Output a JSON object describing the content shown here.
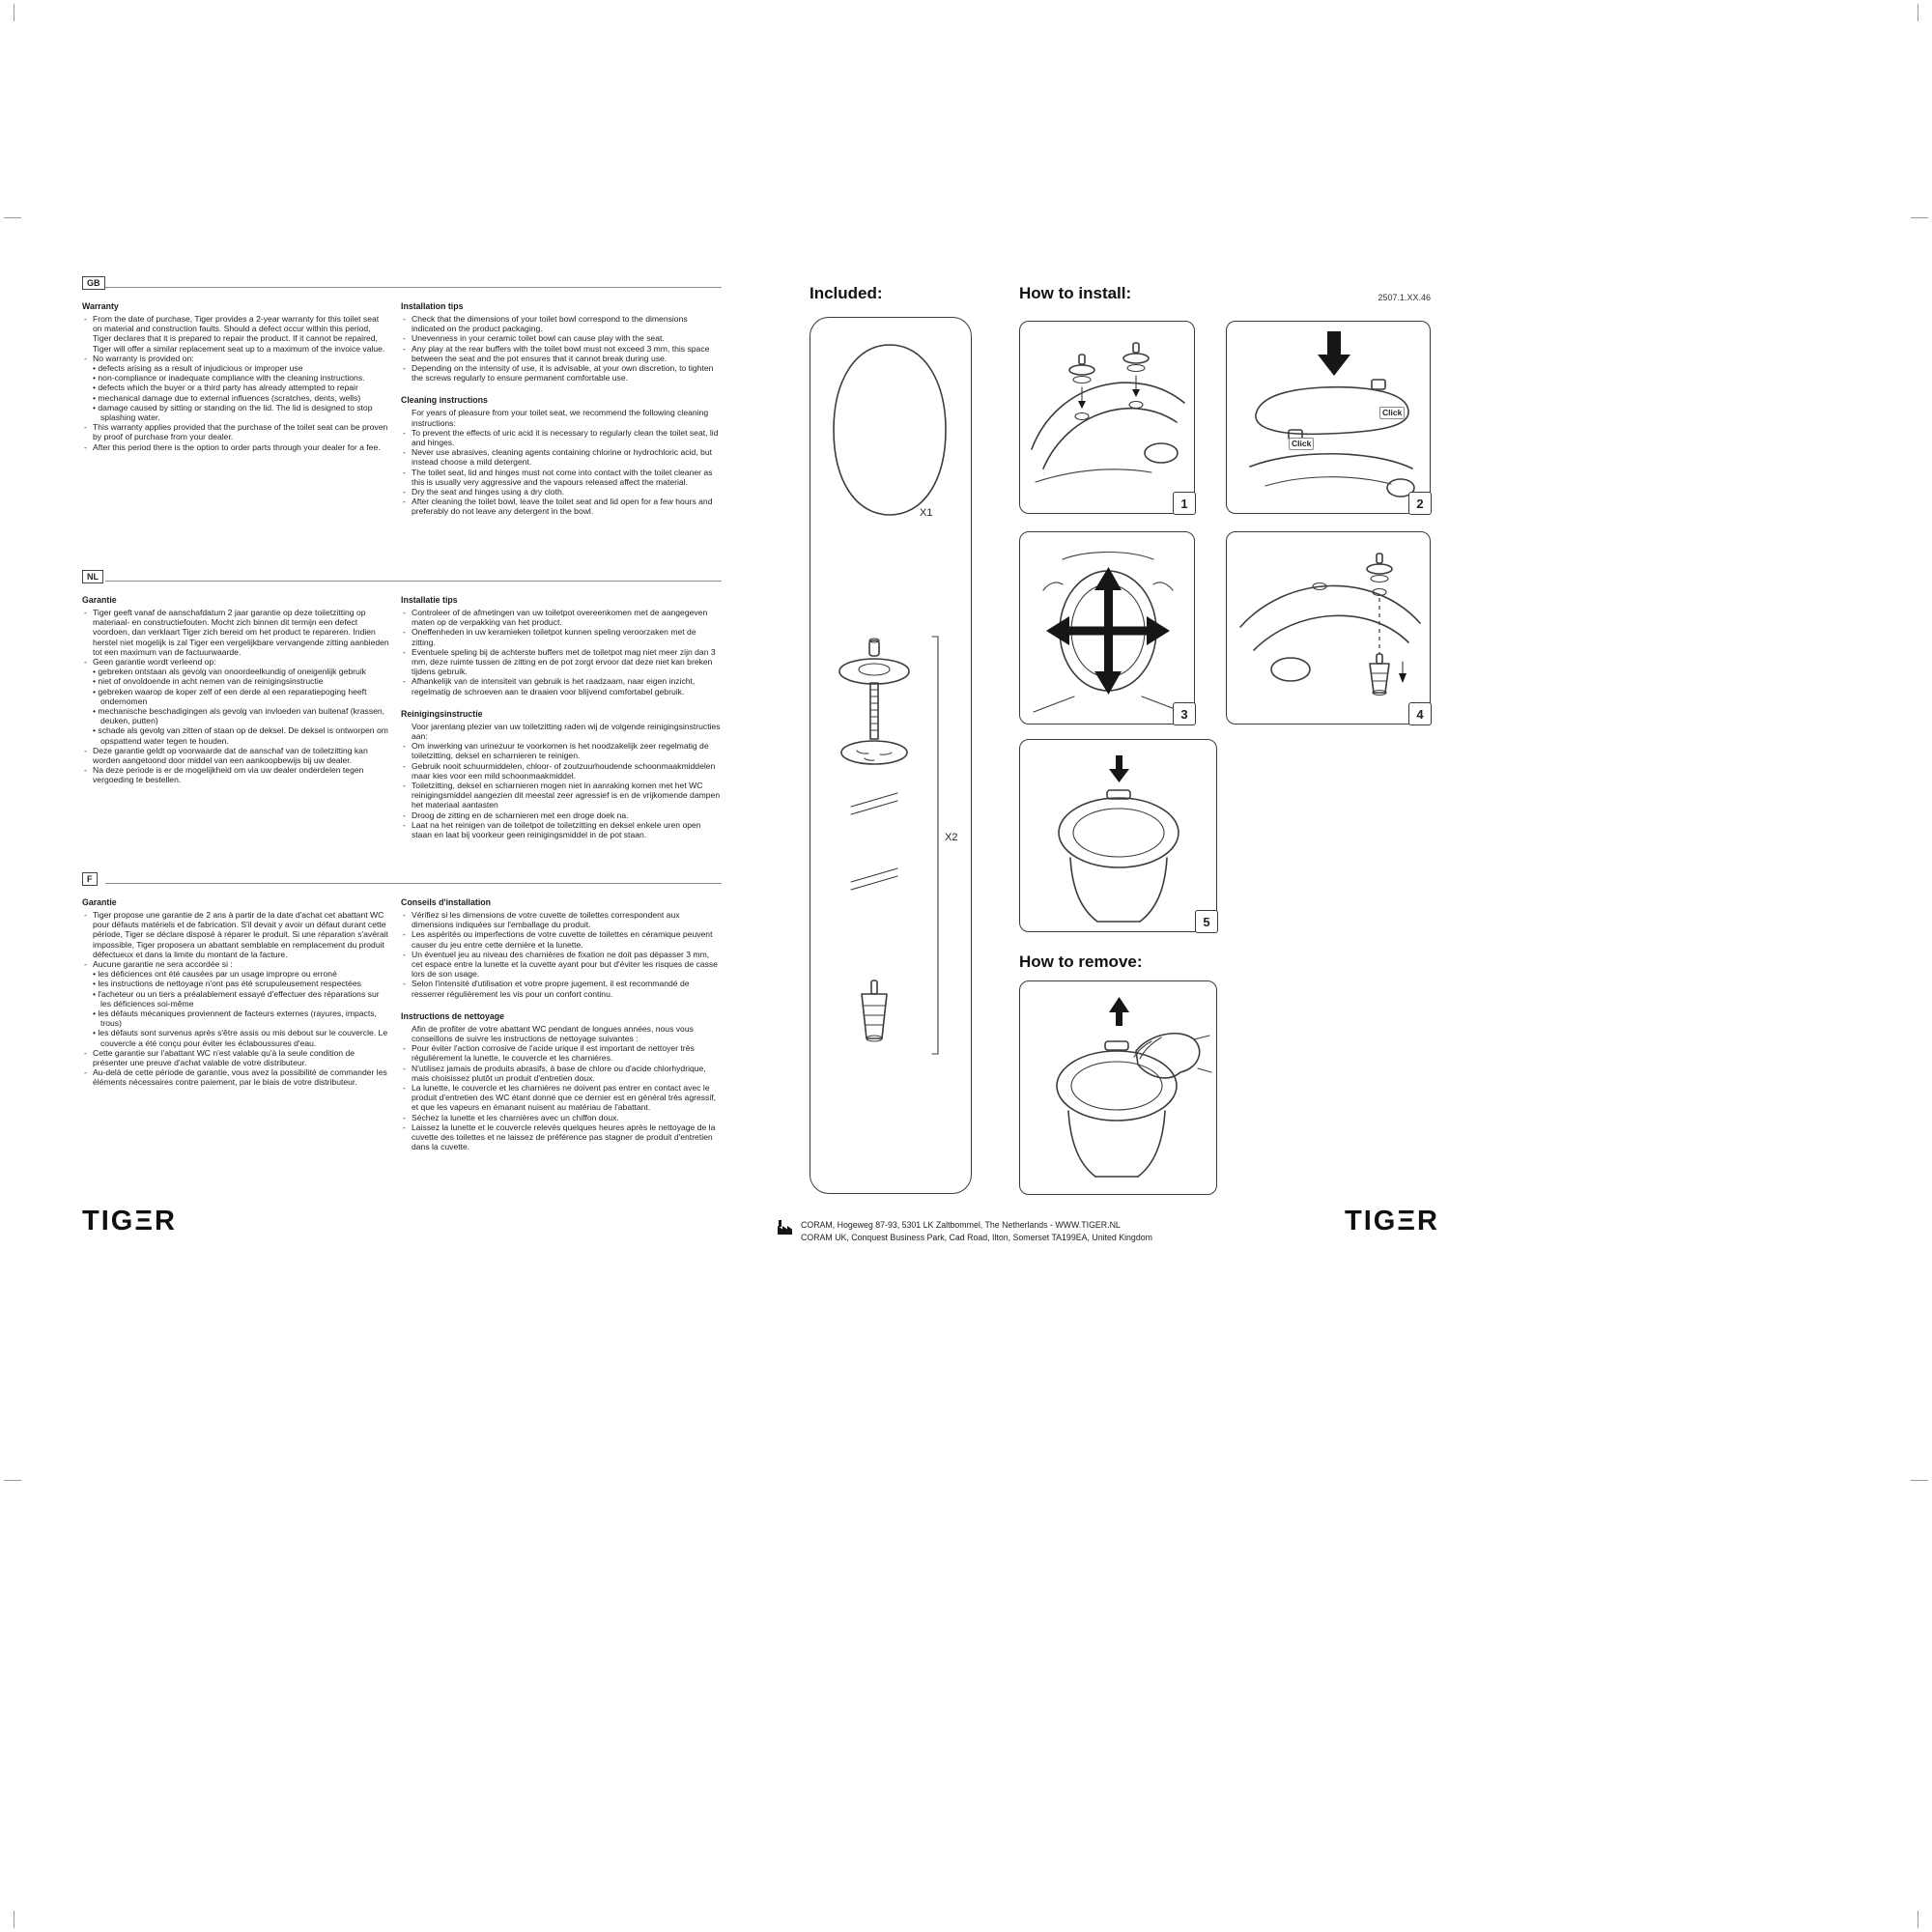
{
  "document": {
    "part_number": "2507.1.XX.46",
    "brand_logo": "TIGΞR"
  },
  "bullets": {
    "dash": "-"
  },
  "sections": [
    {
      "lang": "GB",
      "col1": [
        {
          "heading": "Warranty",
          "items": [
            "From the date of purchase, Tiger provides a 2-year warranty for this toilet seat on material and construction faults. Should a defect occur within this period, Tiger declares that it is prepared to repair the product. If it cannot be repaired, Tiger will offer a similar replacement seat up to a maximum of the invoice value.",
            "No warranty is provided on:",
            "• defects arising as a result of injudicious or improper use",
            "• non-compliance or inadequate compliance with the cleaning instructions.",
            "• defects which the buyer or a third party has already attempted to repair",
            "• mechanical damage due to external influences (scratches, dents, wells)",
            "• damage caused by sitting or standing on the lid. The lid is designed to stop splashing water.",
            "This warranty applies provided that the purchase of the toilet seat can be proven by proof of purchase from your dealer.",
            "After this period there is the option to order parts through your dealer for a fee."
          ]
        }
      ],
      "col2": [
        {
          "heading": "Installation tips",
          "items": [
            "Check that the dimensions of your toilet bowl correspond to the dimensions indicated on the product packaging.",
            "Unevenness in your ceramic toilet bowl can cause play with the seat.",
            "Any play at the rear buffers with the toilet bowl must not exceed 3 mm, this space between the seat and the pot ensures that it cannot break during use.",
            "Depending on the intensity of use, it is advisable, at your own discretion, to tighten the screws regularly to ensure permanent comfortable use."
          ]
        },
        {
          "heading": "Cleaning instructions",
          "intro": "For years of pleasure from your toilet seat, we recommend the following cleaning instructions:",
          "items": [
            "To prevent the effects of uric acid it is necessary to regularly clean the toilet seat, lid and hinges.",
            "Never use abrasives, cleaning agents containing chlorine or hydrochloric acid, but instead choose a mild detergent.",
            "The toilet seat, lid and hinges must not come into contact with the toilet cleaner as this is usually very aggressive and the vapours released affect the material.",
            "Dry the seat and hinges using a dry cloth.",
            "After cleaning the toilet bowl, leave the toilet seat and lid open for a few hours and preferably do not leave any detergent in the bowl."
          ]
        }
      ]
    },
    {
      "lang": "NL",
      "col1": [
        {
          "heading": "Garantie",
          "items": [
            "Tiger geeft vanaf de aanschafdatum 2 jaar garantie op deze toiletzitting op materiaal- en constructiefouten. Mocht zich binnen dit termijn een defect voordoen, dan verklaart Tiger zich bereid om het product te repareren. Indien herstel niet mogelijk is zal Tiger een vergelijkbare vervangende zitting aanbieden tot een maximum van de factuurwaarde.",
            "Geen garantie wordt verleend op:",
            "• gebreken ontstaan als gevolg van onoordeelkundig of oneigenlijk gebruik",
            "• niet of onvoldoende in acht nemen van de reinigingsinstructie",
            "• gebreken waarop de koper zelf of een derde al een reparatiepoging heeft ondernomen",
            "• mechanische beschadigingen als gevolg van invloeden van buitenaf (krassen, deuken, putten)",
            "• schade als gevolg van zitten of staan op de deksel. De deksel is ontworpen om opspattend water tegen te houden.",
            "Deze garantie geldt op voorwaarde dat de aanschaf van de toiletzitting kan worden aangetoond door middel van een aankoopbewijs bij uw dealer.",
            "Na deze periode is er de mogelijkheid om via uw dealer onderdelen tegen vergoeding te bestellen."
          ]
        }
      ],
      "col2": [
        {
          "heading": "Installatie tips",
          "items": [
            "Controleer of de afmetingen van uw toiletpot overeenkomen met de aangegeven maten op de verpakking van het product.",
            "Oneffenheden in uw keramieken toiletpot kunnen speling veroorzaken met de zitting.",
            "Eventuele speling bij de achterste buffers met de toiletpot mag niet meer zijn dan 3 mm, deze ruimte tussen de zitting en de pot zorgt ervoor dat deze niet kan breken tijdens gebruik.",
            "Afhankelijk van de intensiteit van gebruik is het raadzaam, naar eigen inzicht, regelmatig de schroeven aan te draaien voor blijvend comfortabel gebruik."
          ]
        },
        {
          "heading": "Reinigingsinstructie",
          "intro": "Voor jarenlang plezier van uw toiletzitting raden wij de volgende reinigingsinstructies aan:",
          "items": [
            "Om inwerking van urinezuur te voorkomen is het noodzakelijk zeer regelmatig de toiletzitting, deksel en scharnieren te reinigen.",
            "Gebruik nooit schuurmiddelen, chloor- of zoutzuurhoudende schoonmaakmiddelen maar kies voor een mild schoonmaakmiddel.",
            "Toiletzitting, deksel en scharnieren mogen niet in aanraking komen met het WC reinigingsmiddel aangezien dit meestal zeer agressief is en de vrijkomende dampen het materiaal aantasten",
            "Droog de zitting en de scharnieren met een droge doek na.",
            "Laat na het reinigen van de toiletpot de toiletzitting en deksel enkele uren open staan en laat bij voorkeur geen reinigingsmiddel in de pot staan."
          ]
        }
      ]
    },
    {
      "lang": "F",
      "col1": [
        {
          "heading": "Garantie",
          "items": [
            "Tiger propose une garantie de 2 ans à partir de la date d'achat cet abattant WC pour défauts matériels et de fabrication. S'il devait y avoir un défaut durant cette période, Tiger se déclare disposé à réparer le produit. Si une réparation s'avérait impossible, Tiger proposera un abattant semblable en remplacement du produit défectueux et dans la limite du montant de la facture.",
            "Aucune garantie ne sera accordée si :",
            "• les déficiences ont été causées par un usage impropre ou erroné",
            "• les instructions de nettoyage n'ont pas été scrupuleusement respectées",
            "• l'acheteur ou un tiers a préalablement essayé d'effectuer des réparations sur les déficiences soi-même",
            "• les défauts mécaniques proviennent de facteurs externes (rayures, impacts, trous)",
            "• les défauts sont survenus après s'être assis ou mis debout sur le couvercle. Le couvercle a été conçu pour éviter les éclaboussures d'eau.",
            "Cette garantie sur l'abattant WC n'est valable qu'à la seule condition de présenter une preuve d'achat valable de votre distributeur.",
            "Au-delà de cette période de garantie, vous avez la possibilité de commander les éléments nécessaires contre paiement, par le biais de votre distributeur."
          ]
        }
      ],
      "col2": [
        {
          "heading": "Conseils d'installation",
          "items": [
            "Vérifiez si les dimensions de votre cuvette de toilettes correspondent aux dimensions indiquées sur l'emballage du produit.",
            "Les aspérités ou imperfections de votre cuvette de toilettes en céramique peuvent causer du jeu entre cette dernière et la lunette.",
            "Un éventuel jeu au niveau des charnières de fixation ne doit pas dépasser 3 mm, cet espace entre la lunette et la cuvette ayant pour but d'éviter les risques de casse lors de son usage.",
            "Selon l'intensité d'utilisation et votre propre jugement, il est recommandé de resserrer régulièrement les vis pour un confort continu."
          ]
        },
        {
          "heading": "Instructions de nettoyage",
          "intro": "Afin de profiter de votre abattant WC pendant de longues années, nous vous conseillons de suivre les instructions de nettoyage suivantes :",
          "items": [
            "Pour éviter l'action corrosive de l'acide urique il est important de nettoyer très régulièrement la lunette, le couvercle et les charnières.",
            "N'utilisez jamais de produits abrasifs, à base de chlore ou d'acide chlorhydrique, mais choisissez plutôt un produit d'entretien doux.",
            "La lunette, le couvercle et les charnières ne doivent pas entrer en contact avec le produit d'entretien des WC étant donné que ce dernier est en général très agressif, et que les vapeurs en émanant nuisent au matériau de l'abattant.",
            "Séchez la lunette et les charnières avec un chiffon doux.",
            "Laissez la lunette et le couvercle relevés quelques heures après le nettoyage de la cuvette des toilettes et ne laissez de préférence pas stagner de produit d'entretien dans la cuvette."
          ]
        }
      ]
    }
  ],
  "right_page": {
    "included_title": "Included:",
    "install_title": "How to install:",
    "remove_title": "How to remove:",
    "x1_label": "X1",
    "x2_label": "X2",
    "click_label": "Click",
    "panel_numbers": [
      "1",
      "2",
      "3",
      "4",
      "5"
    ],
    "footer": {
      "line1": "CORAM, Hogeweg 87-93, 5301 LK Zaltbommel, The Netherlands - WWW.TIGER.NL",
      "line2": "CORAM UK, Conquest Business Park, Cad Road, Ilton, Somerset TA199EA, United Kingdom"
    }
  }
}
